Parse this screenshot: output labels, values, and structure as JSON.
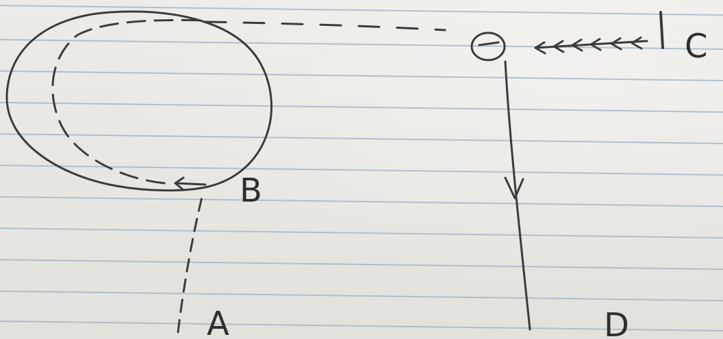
{
  "labels": {
    "a": "A",
    "b": "B",
    "c": "C",
    "d": "D"
  },
  "colors": {
    "paper": "#e9e8e4",
    "ruled_line": "#9fb0c0",
    "ink": "#3b3b3b"
  }
}
